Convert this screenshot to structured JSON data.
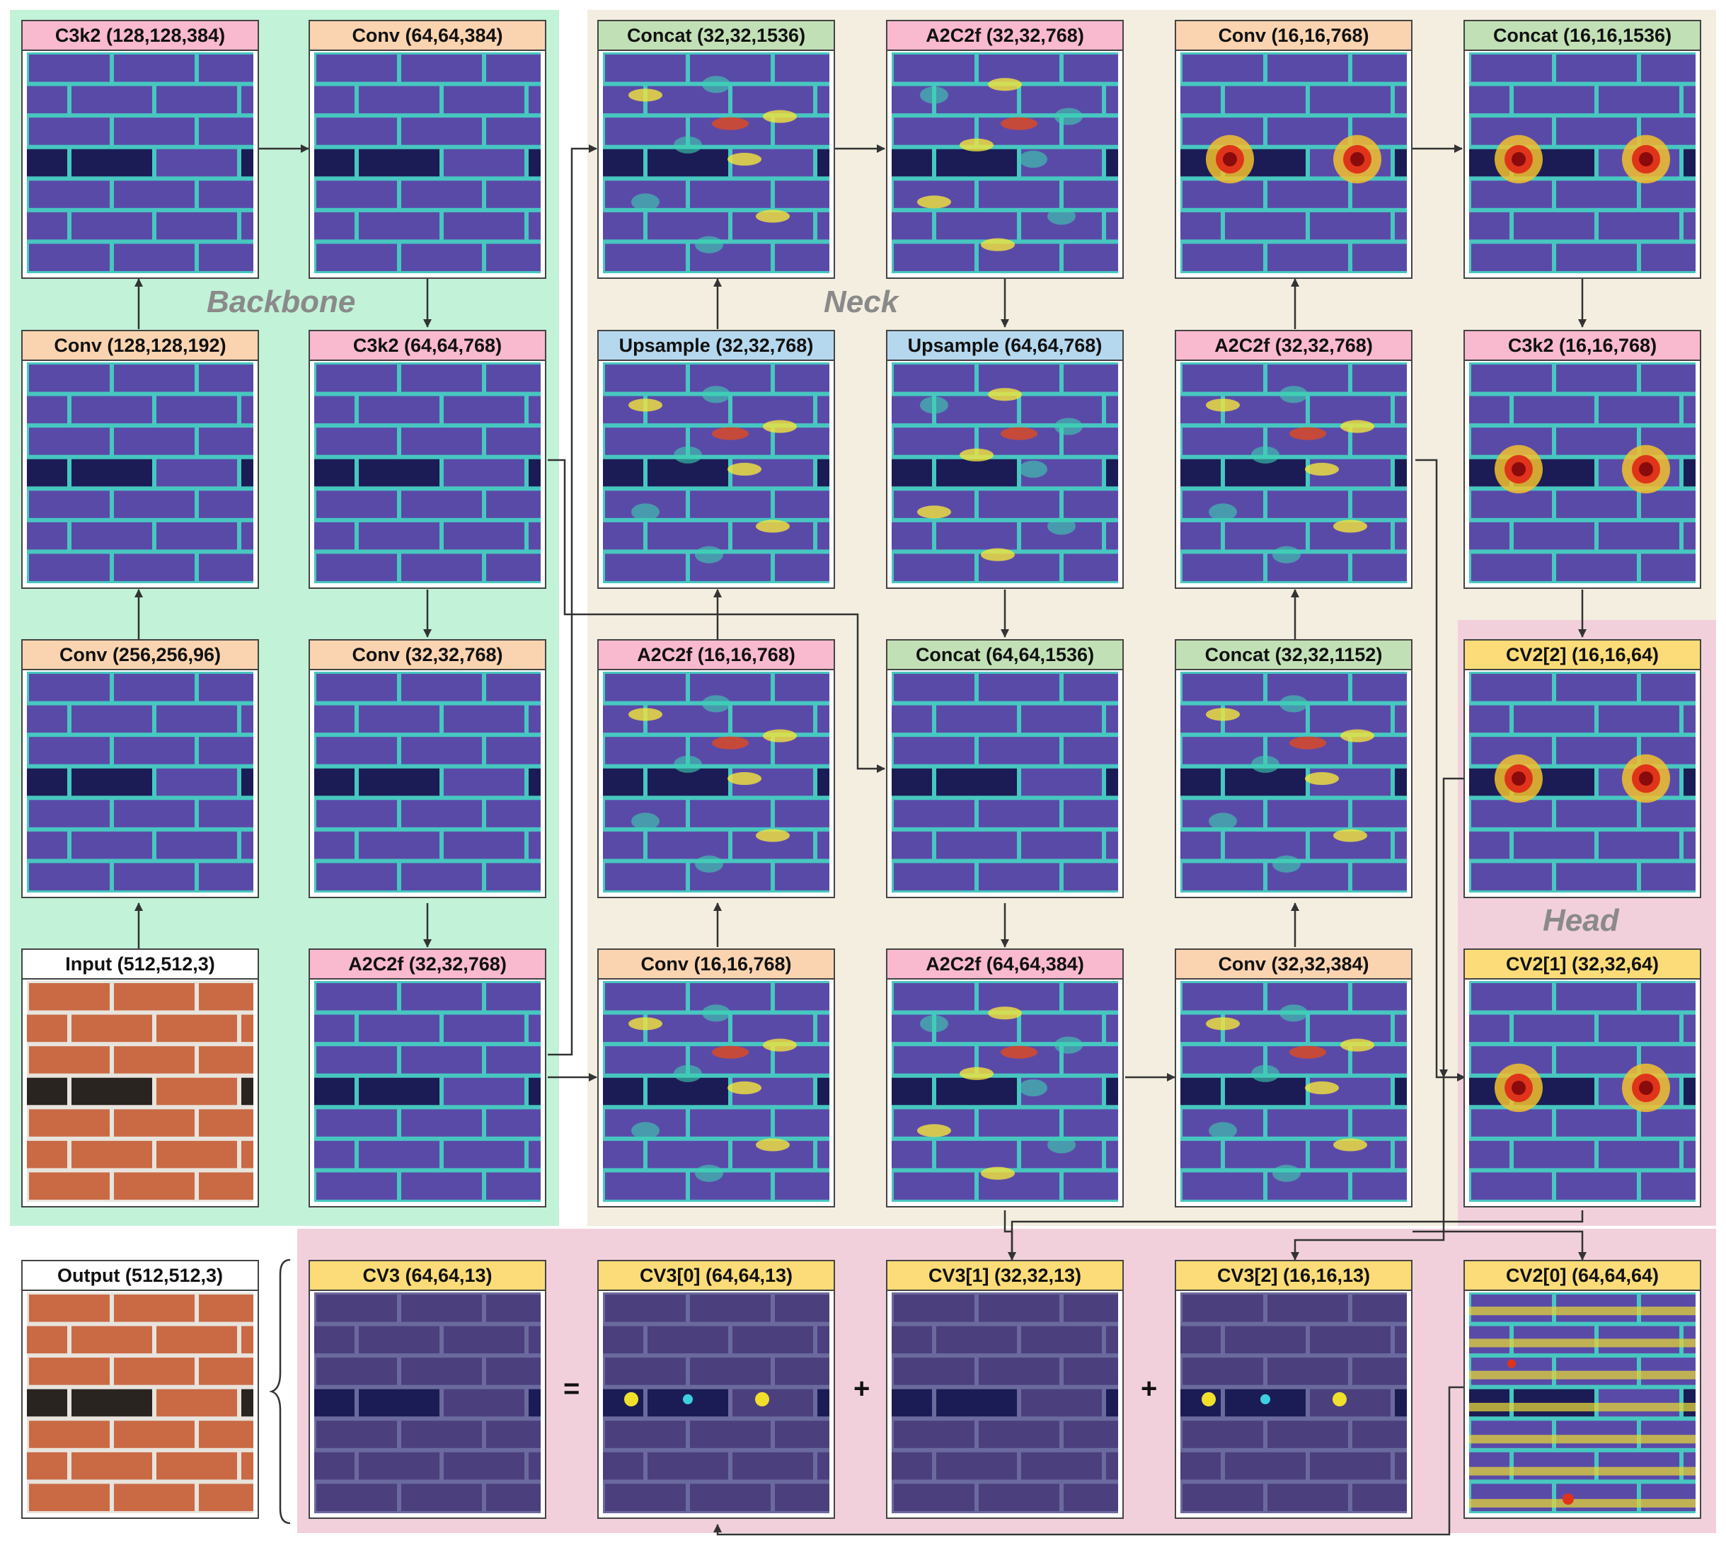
{
  "regions": {
    "backbone": {
      "label": "Backbone",
      "color": "#c2f2d8"
    },
    "neck": {
      "label": "Neck",
      "color": "#f3eedf"
    },
    "head": {
      "label": "Head",
      "color": "#f1d0dc"
    },
    "output": {
      "color": "#f1d0dc"
    }
  },
  "colors": {
    "pink": "#f9b9cf",
    "orange": "#fad4b0",
    "green": "#c2e0b6",
    "blue": "#b5d8ee",
    "yellow": "#fbdc78",
    "white": "#ffffff"
  },
  "blocks": {
    "b_c3k2_128": {
      "title": "C3k2 (128,128,384)",
      "color": "pink",
      "heatmap": "edges"
    },
    "b_conv_64": {
      "title": "Conv (64,64,384)",
      "color": "orange",
      "heatmap": "edges"
    },
    "b_conv_128": {
      "title": "Conv (128,128,192)",
      "color": "orange",
      "heatmap": "edges"
    },
    "b_c3k2_64": {
      "title": "C3k2 (64,64,768)",
      "color": "pink",
      "heatmap": "edges"
    },
    "b_conv_256": {
      "title": "Conv (256,256,96)",
      "color": "orange",
      "heatmap": "edges"
    },
    "b_conv_32": {
      "title": "Conv (32,32,768)",
      "color": "orange",
      "heatmap": "edges"
    },
    "b_input": {
      "title": "Input (512,512,3)",
      "color": "white",
      "heatmap": "photo"
    },
    "b_a2c2f_32": {
      "title": "A2C2f (32,32,768)",
      "color": "pink",
      "heatmap": "edges"
    },
    "n_concat_32_1536": {
      "title": "Concat (32,32,1536)",
      "color": "green",
      "heatmap": "blobs"
    },
    "n_a2c2f_32_top": {
      "title": "A2C2f (32,32,768)",
      "color": "pink",
      "heatmap": "blobs"
    },
    "n_conv_16": {
      "title": "Conv (16,16,768)",
      "color": "orange",
      "heatmap": "hot"
    },
    "n_concat_16": {
      "title": "Concat (16,16,1536)",
      "color": "green",
      "heatmap": "hot"
    },
    "n_up_32": {
      "title": "Upsample (32,32,768)",
      "color": "blue",
      "heatmap": "blobs"
    },
    "n_up_64": {
      "title": "Upsample (64,64,768)",
      "color": "blue",
      "heatmap": "blobs"
    },
    "n_a2c2f_32_mid": {
      "title": "A2C2f (32,32,768)",
      "color": "pink",
      "heatmap": "blobs"
    },
    "n_c3k2_16": {
      "title": "C3k2 (16,16,768)",
      "color": "pink",
      "heatmap": "hot"
    },
    "n_a2c2f_16": {
      "title": "A2C2f (16,16,768)",
      "color": "pink",
      "heatmap": "blobs"
    },
    "n_concat_64": {
      "title": "Concat (64,64,1536)",
      "color": "green",
      "heatmap": "edges"
    },
    "n_concat_32_1152": {
      "title": "Concat (32,32,1152)",
      "color": "green",
      "heatmap": "blobs"
    },
    "n_conv_16_bottom": {
      "title": "Conv (16,16,768)",
      "color": "orange",
      "heatmap": "blobs"
    },
    "n_a2c2f_64": {
      "title": "A2C2f (64,64,384)",
      "color": "pink",
      "heatmap": "blobs"
    },
    "n_conv_32_384": {
      "title": "Conv (32,32,384)",
      "color": "orange",
      "heatmap": "blobs"
    },
    "h_cv2_2": {
      "title": "CV2[2] (16,16,64)",
      "color": "yellow",
      "heatmap": "hot"
    },
    "h_cv2_1": {
      "title": "CV2[1] (32,32,64)",
      "color": "yellow",
      "heatmap": "hot"
    },
    "o_output": {
      "title": "Output (512,512,3)",
      "color": "white",
      "heatmap": "photo"
    },
    "o_cv3": {
      "title": "CV3 (64,64,13)",
      "color": "yellow",
      "heatmap": "dim"
    },
    "o_cv3_0": {
      "title": "CV3[0] (64,64,13)",
      "color": "yellow",
      "heatmap": "dim"
    },
    "o_cv3_1": {
      "title": "CV3[1] (32,32,13)",
      "color": "yellow",
      "heatmap": "dim"
    },
    "o_cv3_2": {
      "title": "CV3[2] (16,16,13)",
      "color": "yellow",
      "heatmap": "dim"
    },
    "o_cv2_0": {
      "title": "CV2[0] (64,64,64)",
      "color": "yellow",
      "heatmap": "bands"
    }
  },
  "operators": {
    "equals": "=",
    "plus": "+"
  }
}
